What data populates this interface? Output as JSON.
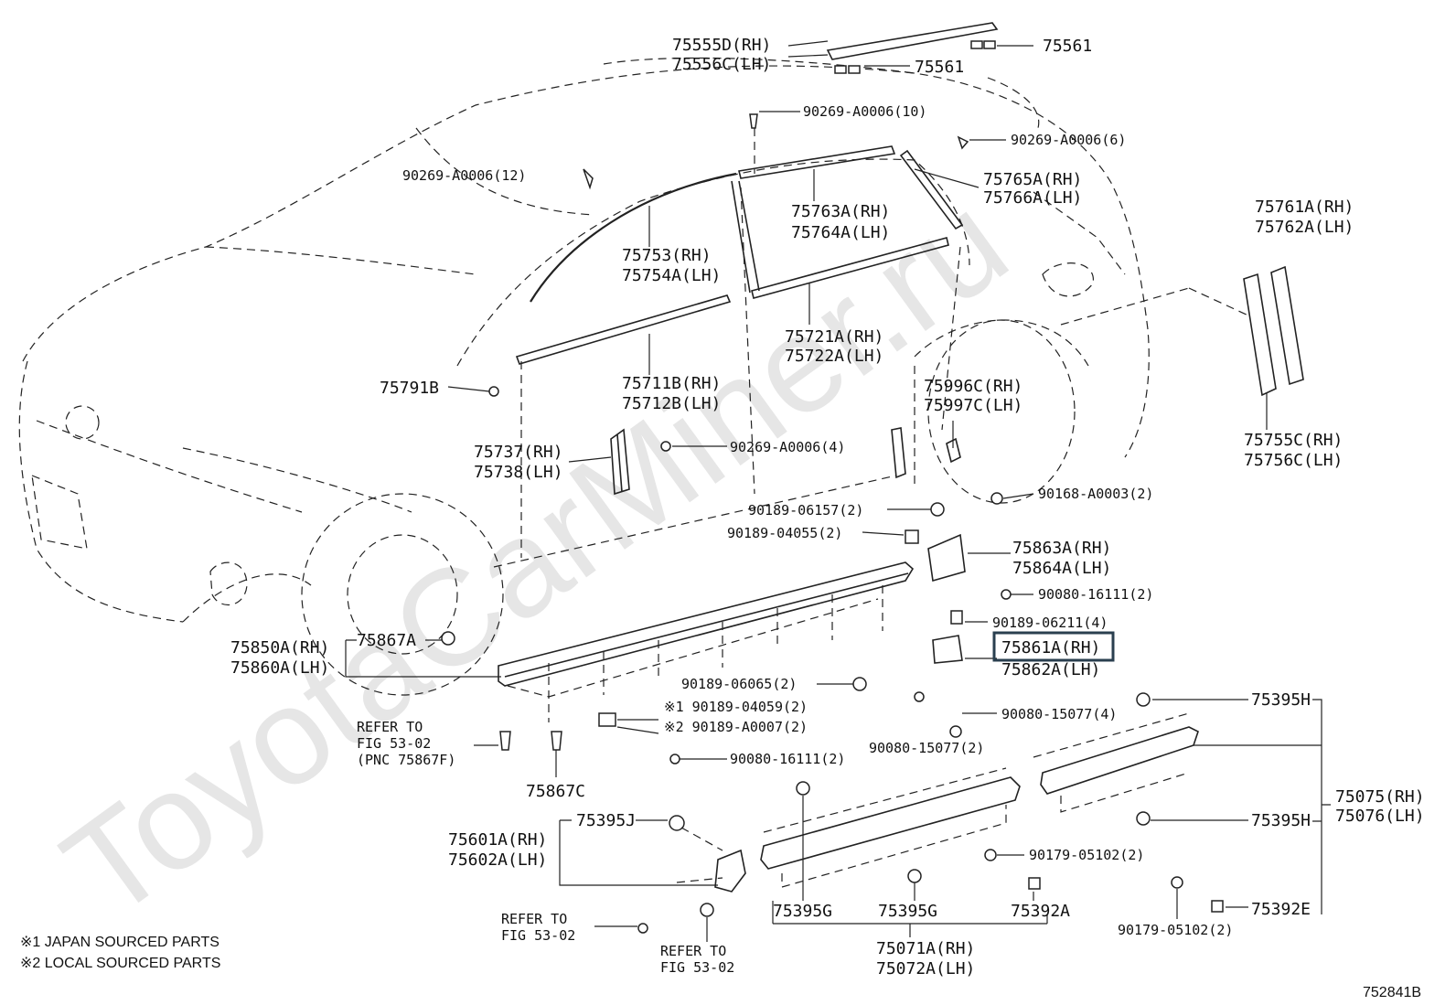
{
  "watermark": "ToyotaCarMiner.ru",
  "figure_id": "752841B",
  "notes": [
    "※1 JAPAN SOURCED PARTS",
    "※2 LOCAL SOURCED PARTS"
  ],
  "highlighted_part": "75861A(RH)",
  "labels": {
    "p75555D": "75555D(RH)",
    "p75556C": "75556C(LH)",
    "p75561a": "75561",
    "p75561b": "75561",
    "p90269_10": "90269-A0006(10)",
    "p90269_6": "90269-A0006(6)",
    "p90269_12": "90269-A0006(12)",
    "p75765A": "75765A(RH)",
    "p75766A": "75766A(LH)",
    "p75763A": "75763A(RH)",
    "p75764A": "75764A(LH)",
    "p75761A": "75761A(RH)",
    "p75762A": "75762A(LH)",
    "p75753": "75753(RH)",
    "p75754A": "75754A(LH)",
    "p75721A": "75721A(RH)",
    "p75722A": "75722A(LH)",
    "p75791B": "75791B",
    "p75711B": "75711B(RH)",
    "p75712B": "75712B(LH)",
    "p75996C": "75996C(RH)",
    "p75997C": "75997C(LH)",
    "p75755C": "75755C(RH)",
    "p75756C": "75756C(LH)",
    "p75737": "75737(RH)",
    "p75738": "75738(LH)",
    "p90269_4": "90269-A0006(4)",
    "p90189_06157": "90189-06157(2)",
    "p90168": "90168-A0003(2)",
    "p90189_04055": "90189-04055(2)",
    "p75863A": "75863A(RH)",
    "p75864A": "75864A(LH)",
    "p90080_16111a": "90080-16111(2)",
    "p90189_06211": "90189-06211(4)",
    "p75867A": "75867A",
    "p75850A": "75850A(RH)",
    "p75860A": "75860A(LH)",
    "p75861A": "75861A(RH)",
    "p75862A": "75862A(LH)",
    "p90189_06065": "90189-06065(2)",
    "p90080_15077a": "90080-15077(4)",
    "p75395H_a": "75395H",
    "p_note1_part": "※1 90189-04059(2)",
    "p_note2_part": "※2 90189-A0007(2)",
    "refer1_a": "REFER TO",
    "refer1_b": "FIG 53-02",
    "refer1_c": "(PNC 75867F)",
    "p90080_16111b": "90080-16111(2)",
    "p90080_15077b": "90080-15077(2)",
    "p75075": "75075(RH)",
    "p75076": "75076(LH)",
    "p75867C": "75867C",
    "p75395J": "75395J",
    "p75601A": "75601A(RH)",
    "p75602A": "75602A(LH)",
    "p75395H_b": "75395H",
    "p90179_a": "90179-05102(2)",
    "refer2_a": "REFER TO",
    "refer2_b": "FIG 53-02",
    "p75395G_a": "75395G",
    "p75395G_b": "75395G",
    "p75392A": "75392A",
    "p75392E": "75392E",
    "p90179_b": "90179-05102(2)",
    "refer3_a": "REFER TO",
    "refer3_b": "FIG 53-02",
    "p75071A": "75071A(RH)",
    "p75072A": "75072A(LH)"
  }
}
